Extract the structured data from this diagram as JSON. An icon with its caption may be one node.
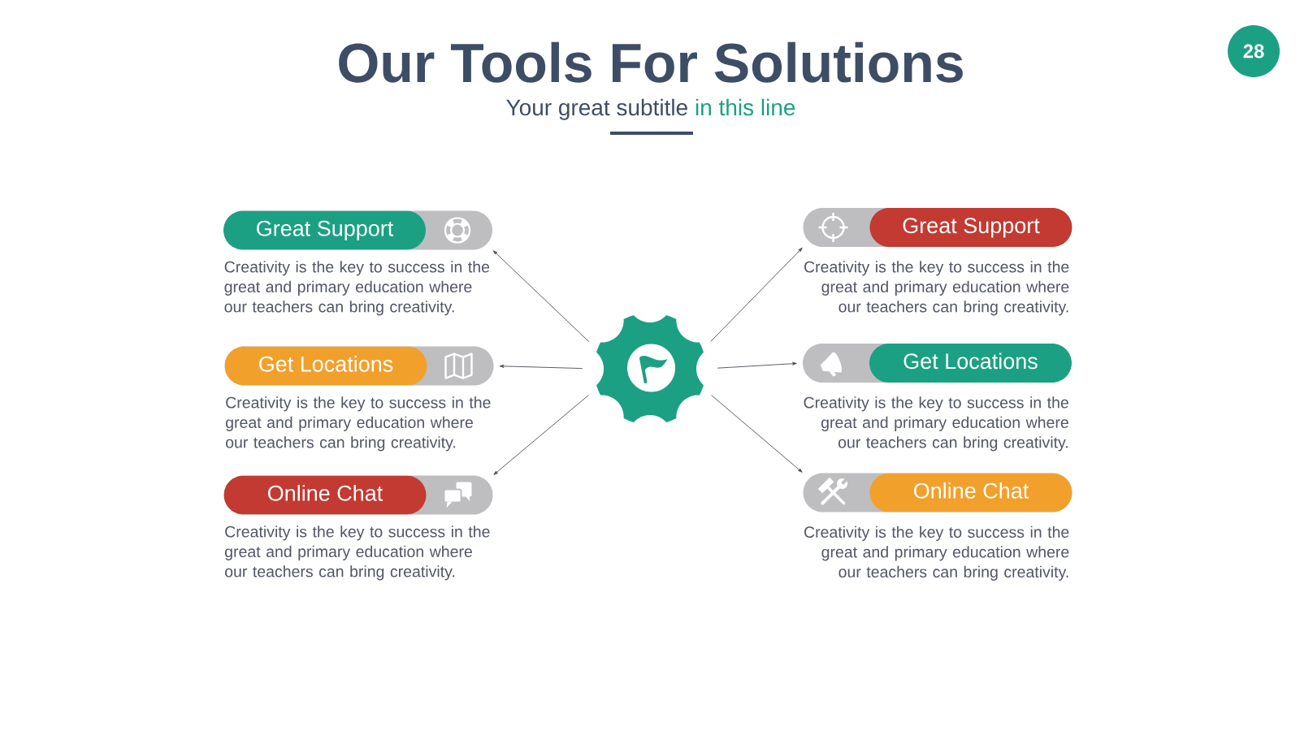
{
  "diagram": {
    "title": "Our Tools For Solutions",
    "nodes": [
      {
        "text": [
          "28"
        ]
      },
      {
        "text": [
          "Great Support"
        ],
        "beside": [
          "Creativity is the key to success in the great and primary education where our teachers can bring creativity."
        ]
      },
      {
        "text": [
          "Great Support"
        ],
        "beside": [
          "Creativity is the key to success in the great and primary education where our teachers can bring creativity."
        ]
      },
      {
        "text": [
          "Get Locations"
        ],
        "beside": [
          "Creativity is the key to success in the great and primary education where our teachers can bring creativity."
        ]
      },
      {
        "text": [],
        "shape": "gear"
      },
      {
        "text": [
          "Get Locations"
        ],
        "beside": [
          "Creativity is the key to success in the great and primary education where our teachers can bring creativity."
        ]
      },
      {
        "text": [
          "Online Chat"
        ],
        "beside": [
          "Creativity is the key to success in the great and primary education where our teachers can bring creativity."
        ]
      },
      {
        "text": [
          "Online Chat"
        ],
        "beside": [
          "Creativity is the key to success in the great and primary education where our teachers can bring creativity."
        ]
      }
    ],
    "edges": [
      {
        "from": 4,
        "to": 1,
        "arrow": "to"
      },
      {
        "from": 4,
        "to": 2,
        "arrow": "to"
      },
      {
        "from": 4,
        "to": 3,
        "arrow": "to"
      },
      {
        "from": 4,
        "to": 5,
        "arrow": "to"
      },
      {
        "from": 4,
        "to": 6,
        "arrow": "to"
      },
      {
        "from": 4,
        "to": 7,
        "arrow": "to"
      }
    ],
    "labels": [
      "Your great subtitle",
      "in this line"
    ]
  }
}
